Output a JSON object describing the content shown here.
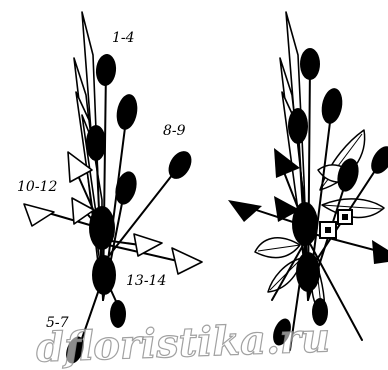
{
  "labels": {
    "group_1_4": "1-4",
    "group_8_9": "8-9",
    "group_10_12": "10-12",
    "group_13_14": "13-14",
    "group_5_7": "5-7"
  },
  "watermark": "dfloristika.ru"
}
